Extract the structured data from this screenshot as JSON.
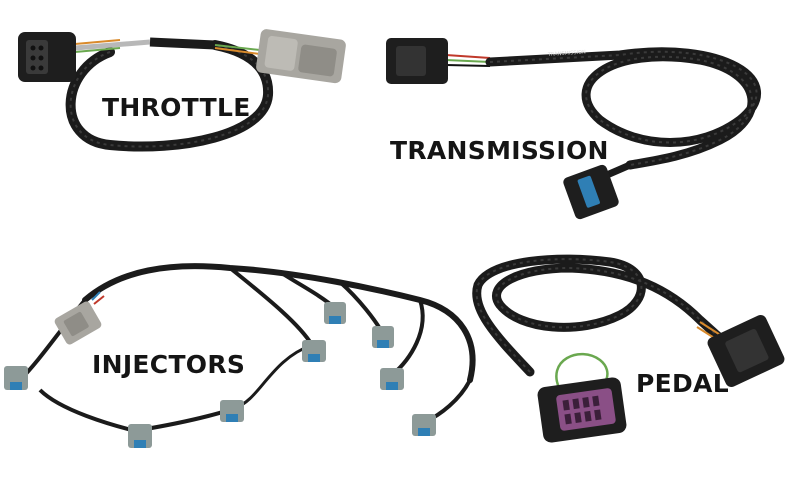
{
  "harnesses": [
    {
      "id": "throttle",
      "label": "THROTTLE"
    },
    {
      "id": "transmission",
      "label": "TRANSMISSION",
      "sleeve_print": "TRANSMISSION"
    },
    {
      "id": "injectors",
      "label": "INJECTORS"
    },
    {
      "id": "pedal",
      "label": "PEDAL"
    }
  ],
  "colors": {
    "background": "#ffffff",
    "cable": "#1b1b1b",
    "connector_black": "#1e1e1e",
    "connector_grey": "#a8a6a0",
    "injector_grey": "#8d9a98",
    "injector_blue": "#2f7fb5",
    "pedal_purple": "#8a4f86",
    "wire_green": "#6aa84f",
    "wire_red": "#c0392b",
    "wire_orange": "#d98a2b",
    "label_text": "#151515"
  }
}
